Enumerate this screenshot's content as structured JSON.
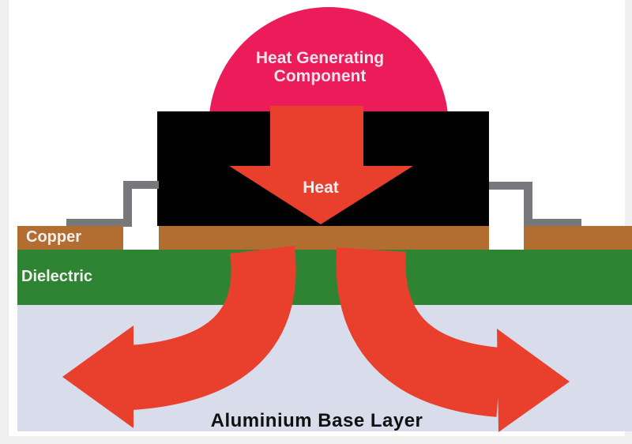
{
  "diagram": {
    "labels": {
      "component": "Heat Generating Component",
      "heat": "Heat",
      "copper": "Copper",
      "dielectric": "Dielectric",
      "base": "Aluminium Base Layer"
    },
    "colors": {
      "pink": "#ec1c5b",
      "red": "#e8402c",
      "copper": "#b26e30",
      "green": "#2f8434",
      "aluminium": "#d9dcea",
      "lead_gray": "#76787b",
      "component_black": "#020202",
      "dome_text": "#f2e4ec",
      "heat_text": "#f5eff2",
      "layer_text": "#f2eeee",
      "base_text": "#111111",
      "page_bg": "#f0f0f0",
      "content_bg": "#ffffff"
    }
  }
}
